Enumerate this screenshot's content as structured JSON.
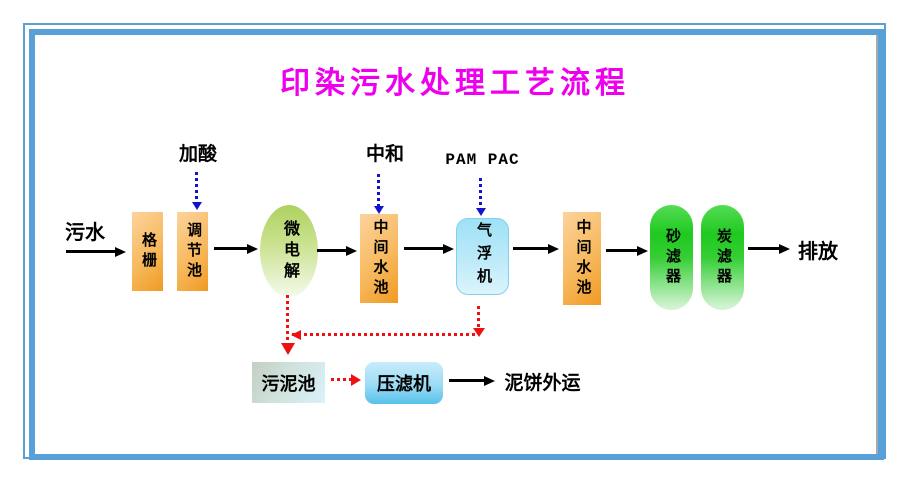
{
  "title": "印染污水处理工艺流程",
  "colors": {
    "frame_blue": "#58A0D8",
    "title_magenta": "#EE00EE",
    "orange_light": "#FCD39C",
    "orange_dark": "#F09A22",
    "green_ellipse_top": "#AFD160",
    "green_ellipse_bottom": "#F4FAEC",
    "cyan_top": "#9EE2F6",
    "cyan_bottom": "#DCF4FC",
    "capsule_green": "#1FC91F",
    "press_blue_top": "#C8ECFA",
    "press_blue_bottom": "#57C1EA",
    "sludge_gray_green": "#C3CFC3",
    "sludge_blue": "#D9F1FA",
    "dotted_blue": "#1313CE",
    "dotted_red": "#EE1111"
  },
  "annotations": {
    "influent": "污水",
    "add_acid": "加酸",
    "neutralization": "中和",
    "chemicals": "PAM PAC",
    "discharge": "排放",
    "sludge_cake_out": "泥饼外运"
  },
  "nodes": {
    "bar_screen": "格栅",
    "regulating_tank": "调节池",
    "micro_electrolysis": "微电解",
    "intermediate_tank_1": "中间水池",
    "air_flotation": "气浮机",
    "intermediate_tank_2": "中间水池",
    "sand_filter": "砂滤器",
    "carbon_filter": "炭滤器",
    "sludge_tank": "污泥池",
    "filter_press": "压滤机"
  }
}
